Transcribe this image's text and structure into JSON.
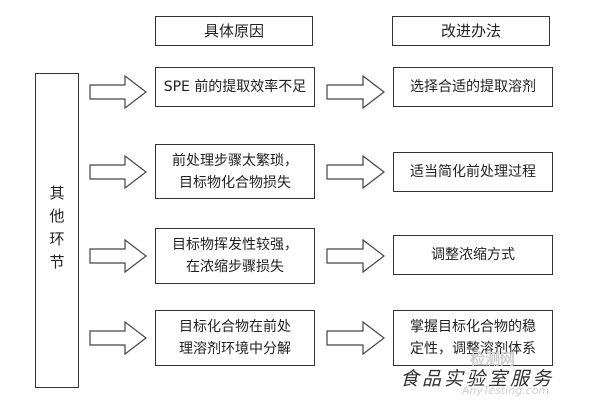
{
  "headers": {
    "cause": "具体原因",
    "solution": "改进办法"
  },
  "left_label": "其他环节",
  "rows": [
    {
      "cause": "SPE 前的提取效率不足",
      "solution": "选择合适的提取溶剂"
    },
    {
      "cause": "前处理步骤太繁琐，\n目标物化合物损失",
      "solution": "适当简化前处理过程"
    },
    {
      "cause": "目标物挥发性较强，\n在浓缩步骤损失",
      "solution": "调整浓缩方式"
    },
    {
      "cause": "目标化合物在前处\n理溶剂环境中分解",
      "solution": "掌握目标化合物的稳\n定性，调整溶剂体系"
    }
  ],
  "watermark": {
    "text": "食品实验室服务",
    "site_cn": "检测网",
    "site_en": "AnyTesting.com"
  }
}
